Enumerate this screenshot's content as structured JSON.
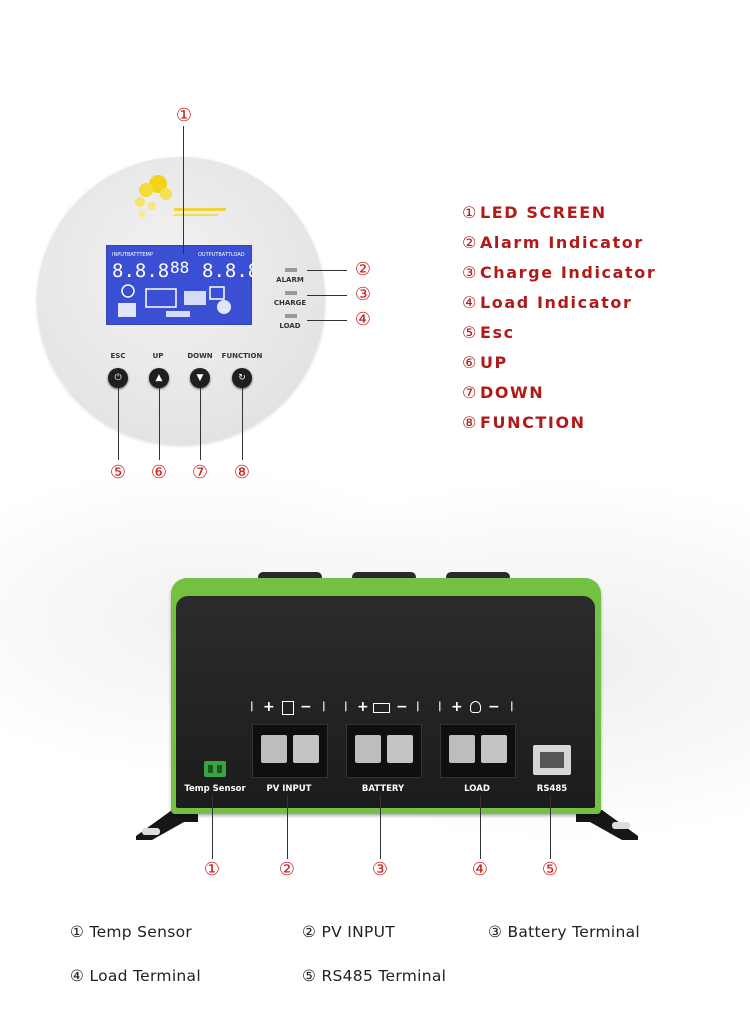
{
  "top_legend": [
    {
      "n": "①",
      "label": "LED SCREEN"
    },
    {
      "n": "②",
      "label": "Alarm Indicator"
    },
    {
      "n": "③",
      "label": "Charge Indicator"
    },
    {
      "n": "④",
      "label": "Load Indicator"
    },
    {
      "n": "⑤",
      "label": "Esc"
    },
    {
      "n": "⑥",
      "label": "UP"
    },
    {
      "n": "⑦",
      "label": "DOWN"
    },
    {
      "n": "⑧",
      "label": "FUNCTION"
    }
  ],
  "panel": {
    "indicators": [
      "ALARM",
      "CHARGE",
      "LOAD"
    ],
    "buttons": [
      "ESC",
      "UP",
      "DOWN",
      "FUNCTION"
    ],
    "callouts_right": [
      "②",
      "③",
      "④"
    ],
    "callout_top": "①",
    "callouts_bottom": [
      "⑤",
      "⑥",
      "⑦",
      "⑧"
    ]
  },
  "device": {
    "terminals": [
      "Temp Sensor",
      "PV INPUT",
      "BATTERY",
      "LOAD",
      "RS485"
    ],
    "polarity_pv": [
      "+",
      "−"
    ],
    "polarity_bat": [
      "+",
      "−"
    ],
    "polarity_load": [
      "+",
      "−"
    ],
    "callouts": [
      "①",
      "②",
      "③",
      "④",
      "⑤"
    ]
  },
  "bottom_legend": [
    {
      "n": "①",
      "label": "Temp Sensor"
    },
    {
      "n": "②",
      "label": "PV INPUT"
    },
    {
      "n": "③",
      "label": "Battery Terminal"
    },
    {
      "n": "④",
      "label": "Load Terminal"
    },
    {
      "n": "⑤",
      "label": "RS485 Terminal"
    }
  ]
}
